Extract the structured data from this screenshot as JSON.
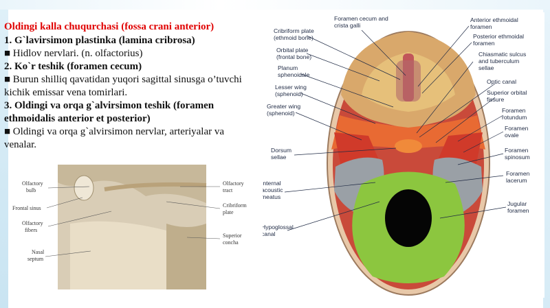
{
  "text": {
    "title": "Oldingi kalla chuqurchasi (fossa crani anterior)",
    "h1": " 1. G`lavirsimon plastinka (lamina cribrosa)",
    "b1": "■ Hidlov nervlari. (n. olfactorius)",
    "h2": " 2. Ko`r teshik (foramen cecum)",
    "b2_line1": "■ Burun shilliq qavatidan yuqori sagittal sinusga o’tuvchi",
    "b2_line2": "kichik emissar vena tomirlari.",
    "h3_line1": " 3. Oldingi va orqa g`alvirsimon teshik (foramen",
    "h3_line2": "ethmoidalis anterior et posterior)",
    "b3_line1": "■ Oldingi va orqa g`alvirsimon nervlar, arteriyalar va",
    "b3_line2": "venalar."
  },
  "skull_labels": {
    "foramen_cecum_1": "Foramen cecum and",
    "foramen_cecum_2": "crista galli",
    "cribriform_1": "Cribriform plate",
    "cribriform_2": "(ethmoid bone)",
    "orbital_1": "Orbital plate",
    "orbital_2": "(frontal bone)",
    "planum_1": "Planum",
    "planum_2": "sphenoidale",
    "lesser_1": "Lesser wing",
    "lesser_2": "(sphenoid)",
    "greater_1": "Greater wing",
    "greater_2": "(sphenoid)",
    "dorsum_1": "Dorsum",
    "dorsum_2": "sellae",
    "internal_1": "Internal",
    "internal_2": "acoustic",
    "internal_3": "meatus",
    "hypoglossal_1": "Hypoglossal",
    "hypoglossal_2": "canal",
    "ant_eth_1": "Anterior ethmoidal",
    "ant_eth_2": "foramen",
    "post_eth_1": "Posterior ethmoidal",
    "post_eth_2": "foramen",
    "chiasm_1": "Chiasmatic sulcus",
    "chiasm_2": "and tuberculum",
    "chiasm_3": "sellae",
    "optic": "Optic canal",
    "sup_orb_1": "Superior orbital",
    "sup_orb_2": "fissure",
    "rotundum_1": "Foramen",
    "rotundum_2": "rotundum",
    "ovale_1": "Foramen",
    "ovale_2": "ovale",
    "spinosum_1": "Foramen",
    "spinosum_2": "spinosum",
    "lacerum_1": "Foramen",
    "lacerum_2": "lacerum",
    "jugular_1": "Jugular",
    "jugular_2": "foramen"
  },
  "olfactory_labels": {
    "bulb_1": "Olfactory",
    "bulb_2": "bulb",
    "frontal_sinus": "Frontal sinus",
    "fibers_1": "Olfactory",
    "fibers_2": "fibers",
    "septum_1": "Nasal",
    "septum_2": "septum",
    "tract_1": "Olfactory",
    "tract_2": "tract",
    "cribriform_1": "Cribriform",
    "cribriform_2": "plate",
    "concha_1": "Superior",
    "concha_2": "concha"
  }
}
